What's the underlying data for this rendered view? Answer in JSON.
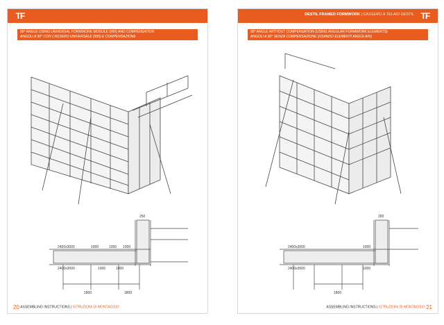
{
  "colors": {
    "accent": "#e85c1f",
    "line": "#444444"
  },
  "left_page": {
    "logo": "TF",
    "section_title_en": "90° ANGLE USING UNIVERSAL FORMWORK MODULE (900) AND COMPENSATION",
    "section_title_it": "ANGOLI A 90° CON CASSERO UNIVERSALE (900) E COMPENSAZIONE",
    "dimensions": {
      "top": "250",
      "row1": [
        "2400x3000",
        "1000",
        "1000",
        "1000"
      ],
      "row2": [
        "2400x3000",
        "1000",
        "1000"
      ],
      "span1": "1800",
      "span2": "1800"
    },
    "page_number": "20",
    "footer_en": "ASSEMBLING INSTRUCTIONS",
    "footer_it": "ISTRUZIONI DI MONTAGGIO"
  },
  "right_page": {
    "logo": "TF",
    "brand_en": "DESTIL FRAMED FORMWORK",
    "brand_it": "CASSERO A TELAIO DESTIL",
    "section_title_en": "90° ANGLE WITHOUT COMPENSATION (USING ANGULAR FORMWORK ELEMENTS)",
    "section_title_it": "ANGOLI A 90° SENZA COMPENSAZIONE (USANDO ELEMENTI ANGOLARI)",
    "dimensions": {
      "top": "300",
      "row1": [
        "2400x3000",
        "1000"
      ],
      "row2": [
        "2400x3000",
        "1000"
      ],
      "span": "1800"
    },
    "page_number": "21",
    "footer_en": "ASSEMBLING INSTRUCTIONS",
    "footer_it": "ISTRUZIONI DI MONTAGGIO"
  }
}
